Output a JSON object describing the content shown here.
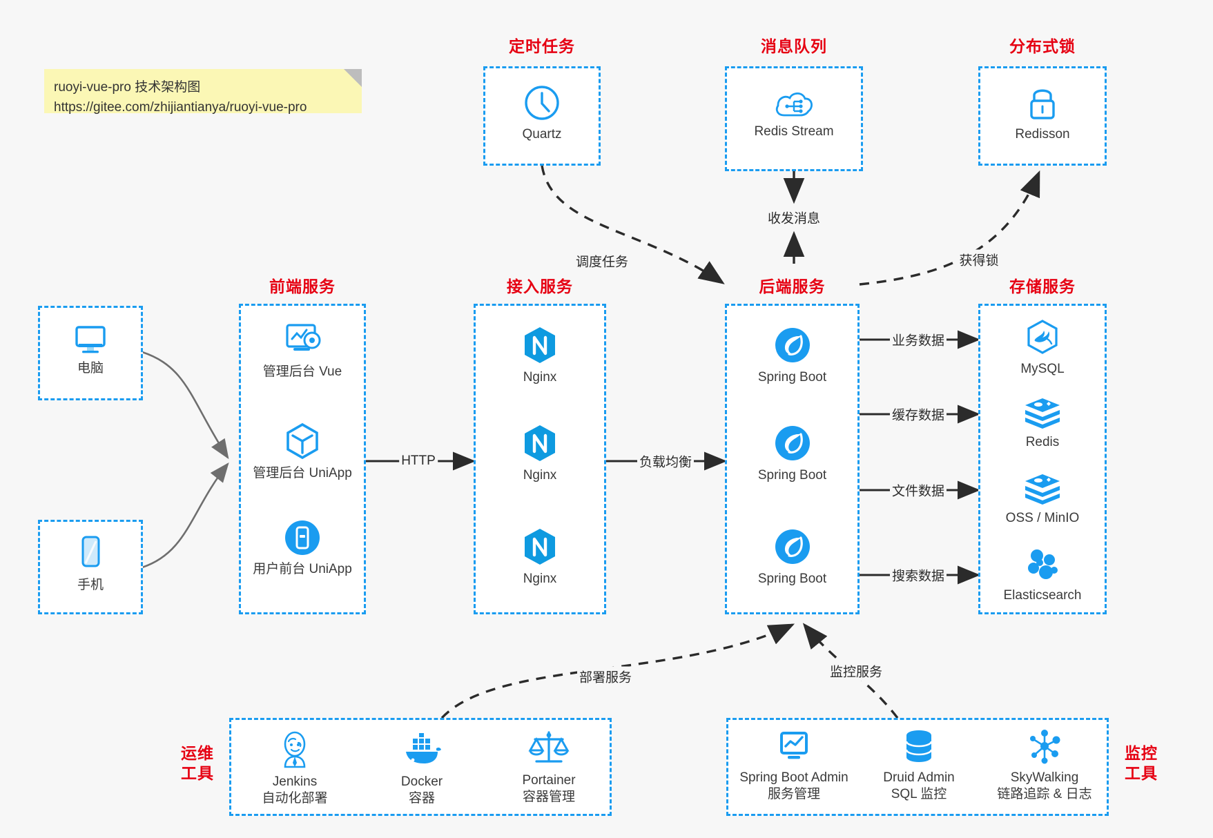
{
  "note": {
    "line1": "ruoyi-vue-pro 技术架构图",
    "line2": "https://gitee.com/zhijiantianya/ruoyi-vue-pro"
  },
  "groups": {
    "scheduler": {
      "caption": "定时任务",
      "items": [
        {
          "label": "Quartz",
          "icon": "clock-icon"
        }
      ]
    },
    "mq": {
      "caption": "消息队列",
      "items": [
        {
          "label": "Redis Stream",
          "icon": "cloud-stream-icon"
        }
      ]
    },
    "lock": {
      "caption": "分布式锁",
      "items": [
        {
          "label": "Redisson",
          "icon": "lock-icon"
        }
      ]
    },
    "clients": {
      "computer": {
        "label": "电脑",
        "icon": "monitor-icon"
      },
      "phone": {
        "label": "手机",
        "icon": "phone-icon"
      }
    },
    "frontend": {
      "caption": "前端服务",
      "items": [
        {
          "label": "管理后台 Vue",
          "icon": "dashboard-gear-icon"
        },
        {
          "label": "管理后台 UniApp",
          "icon": "cube-icon"
        },
        {
          "label": "用户前台 UniApp",
          "icon": "mobile-app-icon"
        }
      ]
    },
    "gateway": {
      "caption": "接入服务",
      "items": [
        {
          "label": "Nginx",
          "icon": "nginx-icon"
        },
        {
          "label": "Nginx",
          "icon": "nginx-icon"
        },
        {
          "label": "Nginx",
          "icon": "nginx-icon"
        }
      ]
    },
    "backend": {
      "caption": "后端服务",
      "items": [
        {
          "label": "Spring Boot",
          "icon": "spring-leaf-icon"
        },
        {
          "label": "Spring Boot",
          "icon": "spring-leaf-icon"
        },
        {
          "label": "Spring Boot",
          "icon": "spring-leaf-icon"
        }
      ]
    },
    "storage": {
      "caption": "存储服务",
      "items": [
        {
          "label": "MySQL",
          "icon": "mysql-icon"
        },
        {
          "label": "Redis",
          "icon": "redis-icon"
        },
        {
          "label": "OSS / MinIO",
          "icon": "object-storage-icon"
        },
        {
          "label": "Elasticsearch",
          "icon": "elasticsearch-icon"
        }
      ]
    },
    "devops": {
      "caption_line1": "运维",
      "caption_line2": "工具",
      "items": [
        {
          "name": "Jenkins",
          "desc": "自动化部署",
          "icon": "jenkins-butler-icon"
        },
        {
          "name": "Docker",
          "desc": "容器",
          "icon": "docker-whale-icon"
        },
        {
          "name": "Portainer",
          "desc": "容器管理",
          "icon": "scales-icon"
        }
      ]
    },
    "monitoring": {
      "caption_line1": "监控",
      "caption_line2": "工具",
      "items": [
        {
          "name": "Spring Boot Admin",
          "desc": "服务管理",
          "icon": "monitor-chart-icon"
        },
        {
          "name": "Druid Admin",
          "desc": "SQL 监控",
          "icon": "database-icon"
        },
        {
          "name": "SkyWalking",
          "desc": "链路追踪 & 日志",
          "icon": "skywalking-icon"
        }
      ]
    }
  },
  "edges": {
    "schedule_task": "调度任务",
    "send_receive": "收发消息",
    "acquire_lock": "获得锁",
    "http": "HTTP",
    "load_balance": "负载均衡",
    "business_data": "业务数据",
    "cache_data": "缓存数据",
    "file_data": "文件数据",
    "search_data": "搜索数据",
    "deploy": "部署服务",
    "monitor": "监控服务"
  },
  "colors": {
    "accent": "#1a9cf0",
    "caption": "#e60012",
    "line": "#2b2b2b",
    "note_bg": "#fbf7b5",
    "canvas_bg": "#f7f7f7"
  }
}
